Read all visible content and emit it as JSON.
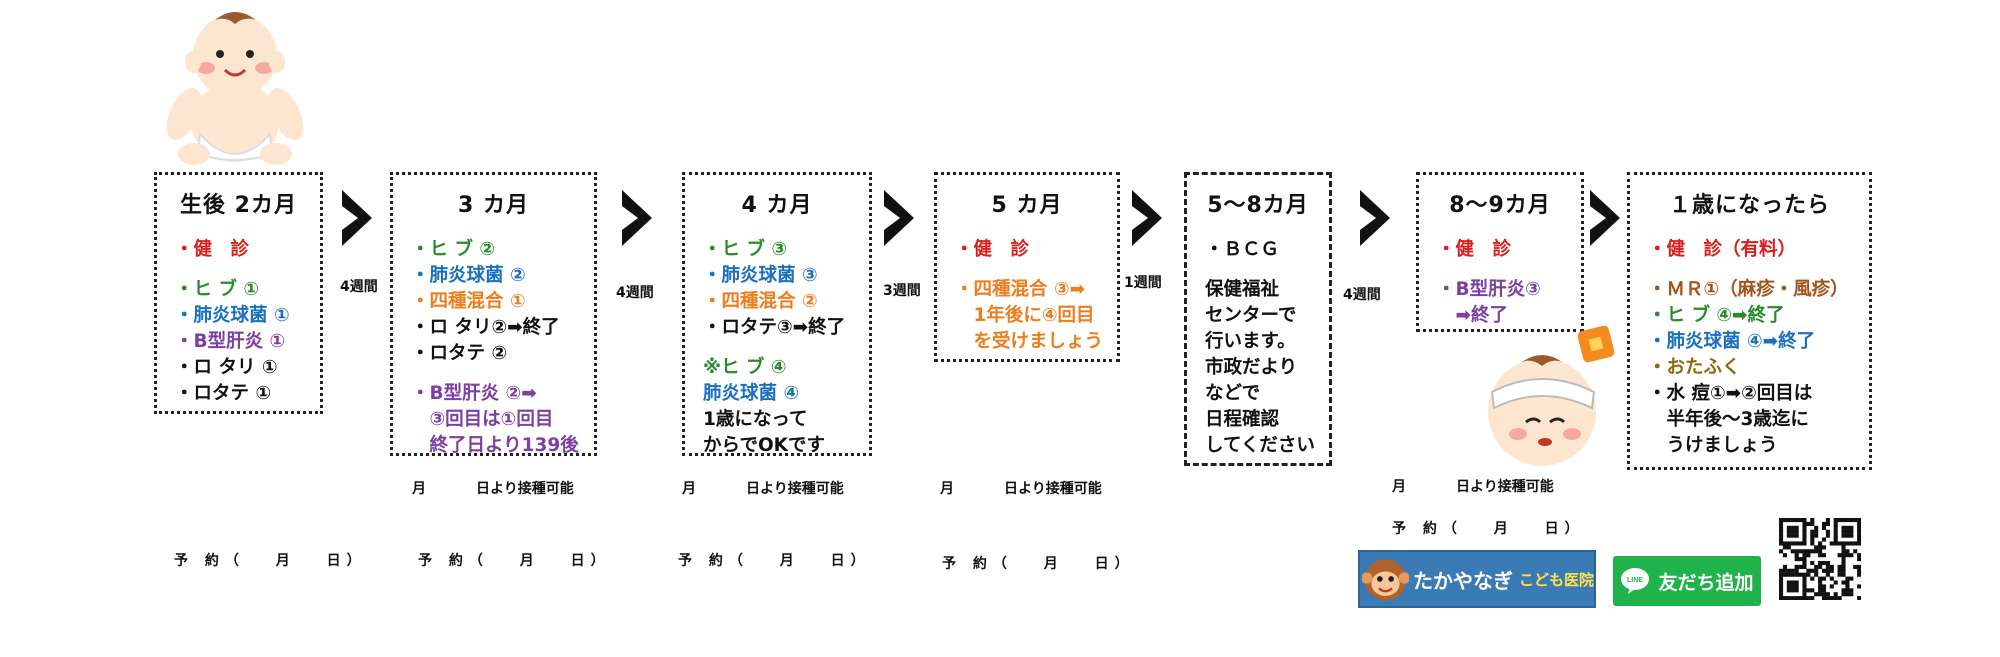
{
  "boxes": [
    {
      "id": "birth",
      "title": "生後 2カ月",
      "lines": [
        {
          "t": "・健　診",
          "c": "red"
        },
        {
          "gap": true
        },
        {
          "t": "・ヒ ブ ①",
          "c": "green"
        },
        {
          "t": "・肺炎球菌 ①",
          "c": "blue"
        },
        {
          "t": "・B型肝炎 ①",
          "c": "purple"
        },
        {
          "t": "・ロ タリ ①",
          "c": "black"
        },
        {
          "t": "・ロタテ ①",
          "c": "black"
        }
      ]
    },
    {
      "id": "m3",
      "title": "3 カ月",
      "lines": [
        {
          "t": "・ヒ ブ ②",
          "c": "green"
        },
        {
          "t": "・肺炎球菌 ②",
          "c": "blue"
        },
        {
          "t": "・四種混合 ①",
          "c": "orange"
        },
        {
          "t": "・ロ タリ②➡終了",
          "c": "black"
        },
        {
          "t": "・ロタテ ②",
          "c": "black"
        },
        {
          "gap": true
        },
        {
          "t": "・B型肝炎 ②➡",
          "c": "purple"
        },
        {
          "t": "　③回目は①回目",
          "c": "purple"
        },
        {
          "t": "　終了日より139後",
          "c": "purple"
        }
      ]
    },
    {
      "id": "m4",
      "title": "4 カ月",
      "lines": [
        {
          "t": "・ヒ ブ ③",
          "c": "green"
        },
        {
          "t": "・肺炎球菌 ③",
          "c": "blue"
        },
        {
          "t": "・四種混合 ②",
          "c": "orange"
        },
        {
          "t": "・ロタテ③➡終了",
          "c": "black"
        },
        {
          "gap": true
        },
        {
          "t": "※ヒ ブ ④",
          "c": "green"
        },
        {
          "t": "肺炎球菌 ④",
          "c": "blue"
        },
        {
          "t": "1歳になって",
          "c": "black"
        },
        {
          "t": "からでOKです",
          "c": "black"
        }
      ]
    },
    {
      "id": "m5",
      "title": "5 カ月",
      "lines": [
        {
          "t": "・健　診",
          "c": "red"
        },
        {
          "gap": true
        },
        {
          "t": "・四種混合 ③➡",
          "c": "orange"
        },
        {
          "t": "　1年後に④回目",
          "c": "orange"
        },
        {
          "t": "　を受けましょう",
          "c": "orange"
        }
      ]
    },
    {
      "id": "m58",
      "title": "5～8カ月",
      "lines": [
        {
          "t": "・ＢＣＧ",
          "c": "black"
        },
        {
          "gap": true
        },
        {
          "t": "保健福祉",
          "c": "black"
        },
        {
          "t": "センターで",
          "c": "black"
        },
        {
          "t": "行います。",
          "c": "black"
        },
        {
          "t": "市政だより",
          "c": "black"
        },
        {
          "t": "などで",
          "c": "black"
        },
        {
          "t": "日程確認",
          "c": "black"
        },
        {
          "t": "してください",
          "c": "black"
        }
      ]
    },
    {
      "id": "m89",
      "title": "8～9カ月",
      "lines": [
        {
          "t": "・健　診",
          "c": "red"
        },
        {
          "gap": true
        },
        {
          "t": "・B型肝炎③",
          "c": "purple"
        },
        {
          "t": "　➡終了",
          "c": "purple"
        }
      ]
    },
    {
      "id": "y1",
      "title": "１歳になったら",
      "lines": [
        {
          "t": "・健　診（有料）",
          "c": "red"
        },
        {
          "gap": true
        },
        {
          "t": "・ＭＲ①（麻疹・風疹）",
          "c": "brown"
        },
        {
          "t": "・ヒ ブ ④➡終了",
          "c": "green"
        },
        {
          "t": "・肺炎球菌 ④➡終了",
          "c": "blue"
        },
        {
          "t": "・おたふく",
          "c": "olive"
        },
        {
          "t": "・水 痘①➡②回目は",
          "c": "black"
        },
        {
          "t": "　半年後～3歳迄に",
          "c": "black"
        },
        {
          "t": "　うけましょう",
          "c": "black"
        }
      ]
    }
  ],
  "weeks": [
    "4週間",
    "4週間",
    "3週間",
    "1週間",
    "4週間"
  ],
  "available": {
    "month": "月",
    "text": "日より接種可能"
  },
  "reservation": {
    "label": "予 約（　 月 　日）"
  },
  "clinic": {
    "name": "たかやなぎ",
    "suffix": "こども医院"
  },
  "line_button": {
    "icon_text": "LINE",
    "label": "友だち追加"
  },
  "colors": {
    "red": "#d8201e",
    "green": "#2a8b2a",
    "blue": "#1b6fbf",
    "purple": "#7d3fa0",
    "orange": "#ee7d1c",
    "brown": "#a2541b",
    "line_green": "#21b34b",
    "clinic_blue": "#3a7bb5"
  }
}
